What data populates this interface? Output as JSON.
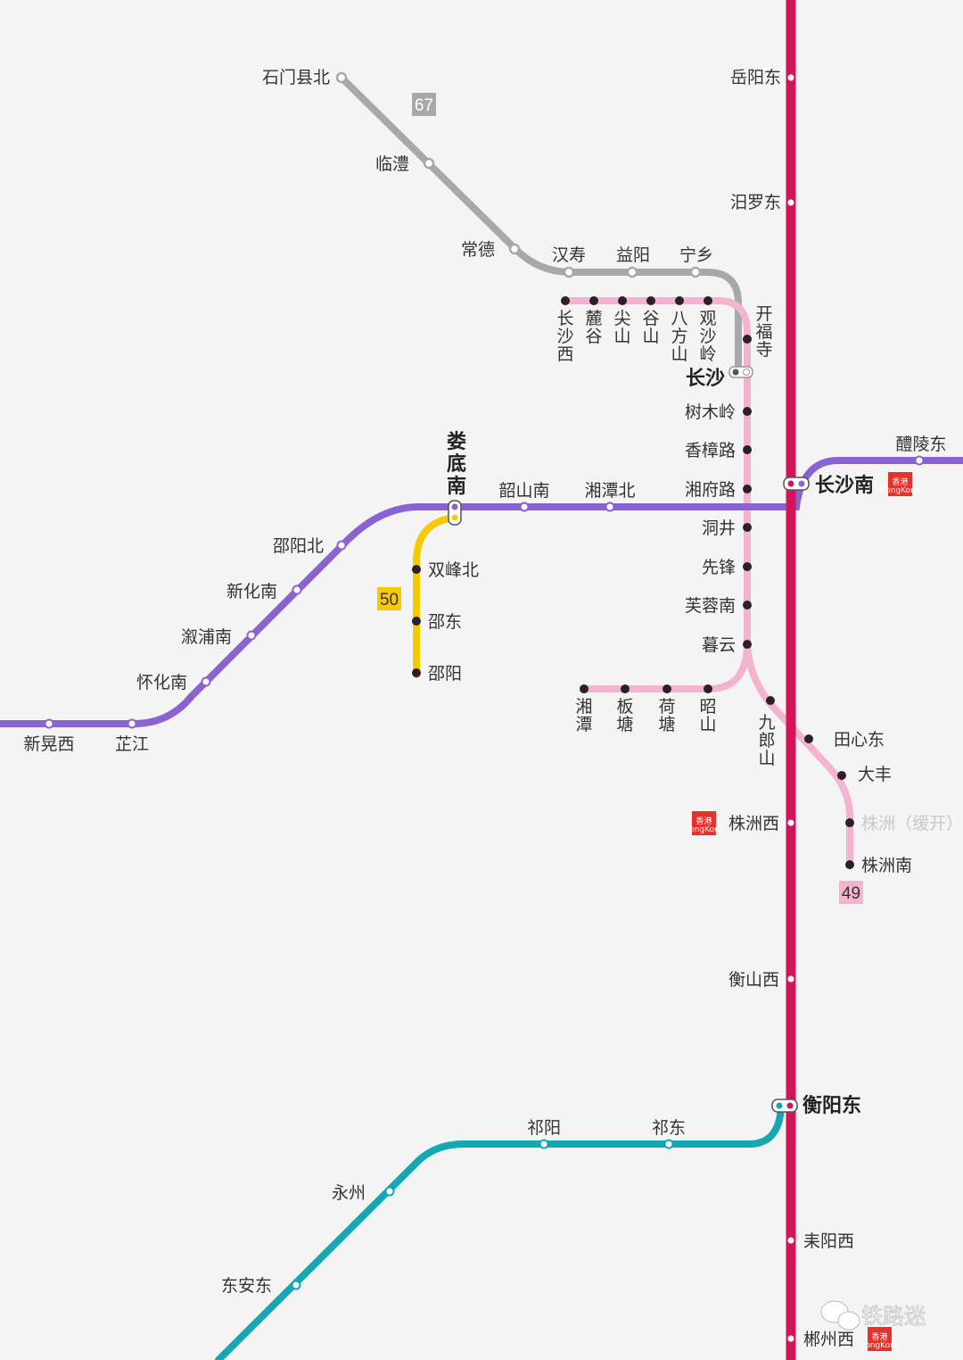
{
  "colors": {
    "trunk": "#d4145a",
    "line67": "#a8a8a8",
    "pink": "#f3b4cf",
    "purple": "#8a63d2",
    "yellow": "#f7c900",
    "teal": "#13a8b3",
    "station_dot": "#2a1f2a",
    "hk_badge": "#e8312b"
  },
  "routes": {
    "line67": {
      "badge": "67",
      "stations": {
        "shimen": "石门县北",
        "linli": "临澧",
        "changde": "常德",
        "hanshou": "汉寿",
        "yiyang": "益阳",
        "ningxiang": "宁乡"
      }
    },
    "metro": {
      "kaifusi": "开福寺",
      "changsha_xi": "长沙西",
      "lugu": "麓谷",
      "jianshan": "尖山",
      "gushan": "谷山",
      "bafangshan": "八方山",
      "guanshaling": "观沙岭",
      "shumuling": "树木岭",
      "xiangzhanglu": "香樟路",
      "xiangfulu": "湘府路",
      "dongjing": "洞井",
      "xianfeng": "先锋",
      "furongnan": "芙蓉南",
      "muyun": "暮云",
      "xiangtan": "湘潭",
      "bantang": "板塘",
      "hetang": "荷塘",
      "zhaoshan": "昭山",
      "jiulangshan": "九郎山",
      "tianxindong": "田心东",
      "dafeng": "大丰",
      "zhuzhou_suspended": "株洲（缓开）",
      "zhuzhounan": "株洲南",
      "badge": "49"
    },
    "trunk": {
      "yueyangdong": "岳阳东",
      "miluodong": "汨罗东",
      "zhuzhouxi": "株洲西",
      "hengshanxi": "衡山西",
      "hengyangdong": "衡阳东",
      "leiyangxi": "耒阳西",
      "chenzhouxi": "郴州西"
    },
    "purple": {
      "lilingdong": "醴陵东",
      "changshanan": "长沙南",
      "shaoshannan": "韶山南",
      "xiangtanbei": "湘潭北",
      "loudinan": "娄底南",
      "shaoyangbei": "邵阳北",
      "xinhuanan": "新化南",
      "xupunan": "溆浦南",
      "huaihuanan": "怀化南",
      "zhijiang": "芷江",
      "xinhuangxi": "新晃西"
    },
    "yellow": {
      "badge": "50",
      "shuangfengbei": "双峰北",
      "shaodong": "邵东",
      "shaoyang": "邵阳"
    },
    "teal": {
      "qiyang": "祁阳",
      "qidong": "祁东",
      "yongzhou": "永州",
      "dongandong": "东安东"
    },
    "changsha": "长沙"
  },
  "hk_badge": {
    "title": "香港",
    "sub": "HongKong"
  },
  "watermark": "铁路迷"
}
